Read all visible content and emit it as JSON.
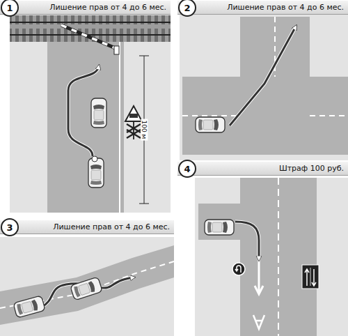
{
  "diagram": {
    "nodes": [
      {
        "text": [
          "Лишение прав от 4 до 6 мес."
        ]
      },
      {
        "text": [
          "1"
        ],
        "in": 0
      },
      {
        "text": [
          "Лишение прав от 4 до 6 мес."
        ]
      },
      {
        "text": [
          "2"
        ],
        "in": 2
      },
      {
        "text": [
          "Лишение прав от 4 до 6 мес."
        ]
      },
      {
        "text": [
          "3"
        ],
        "in": 4
      },
      {
        "text": [
          "Штраф 100 руб."
        ]
      },
      {
        "text": [
          "4"
        ],
        "in": 6
      }
    ],
    "labels": [
      "100 м"
    ]
  }
}
